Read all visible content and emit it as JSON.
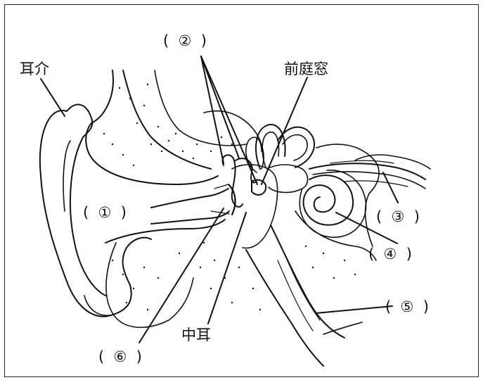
{
  "labels": {
    "auricle": "耳介",
    "oval_window": "前庭窓",
    "middle_ear": "中耳",
    "blank_1": "(  ①  )",
    "blank_2": "(  ②  )",
    "blank_3": "(  ③  )",
    "blank_4": "(  ④  )",
    "blank_5": "(  ⑤  )",
    "blank_6": "(  ⑥  )"
  },
  "colors": {
    "ink": "#111111",
    "background": "#ffffff"
  }
}
